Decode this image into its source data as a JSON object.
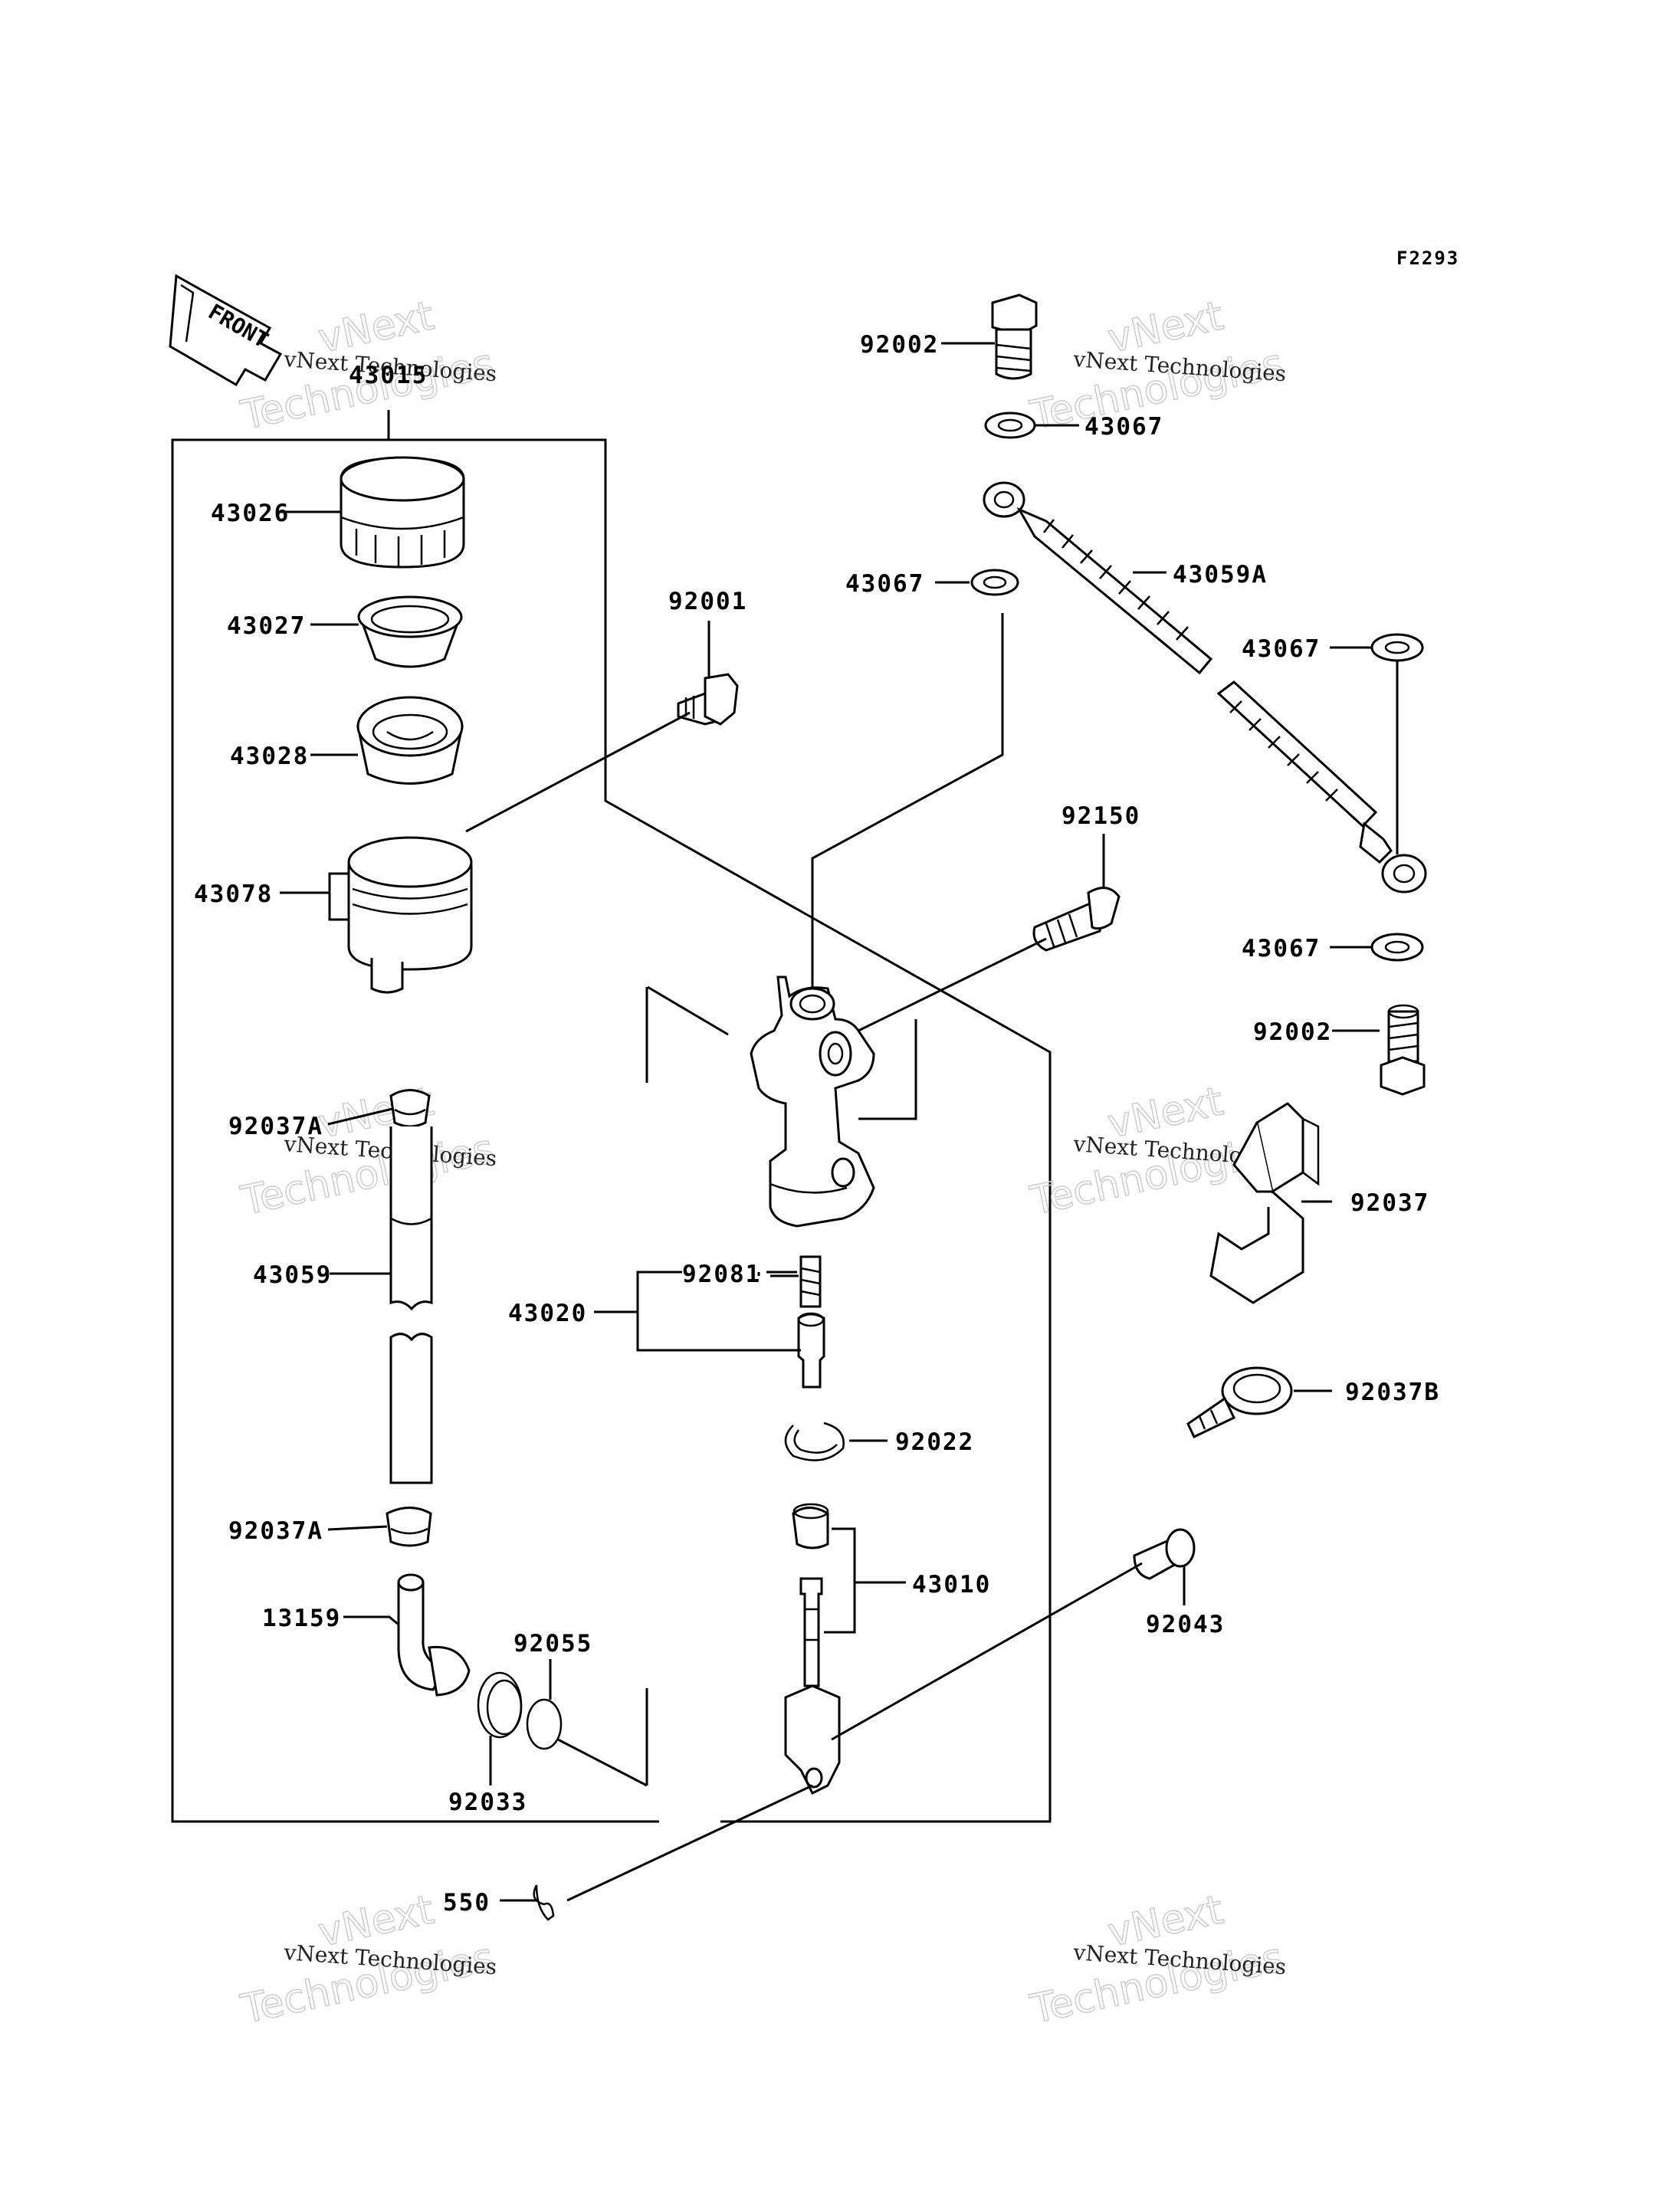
{
  "diagram_code": "F2293",
  "front_label": "FRONT",
  "watermark": {
    "line1": "vNext Technologies",
    "line2a": "vNext",
    "line2b": "Technologies"
  },
  "parts": {
    "p43015": "43015",
    "p43026": "43026",
    "p43027": "43027",
    "p43028": "43028",
    "p43078": "43078",
    "p92001": "92001",
    "p92002_top": "92002",
    "p43067_a": "43067",
    "p43067_b": "43067",
    "p43059A": "43059A",
    "p43067_c": "43067",
    "p92150": "92150",
    "p43067_d": "43067",
    "p92002_bot": "92002",
    "p92037A_top": "92037A",
    "p43059": "43059",
    "p92037A_bot": "92037A",
    "p13159": "13159",
    "p92055": "92055",
    "p92033": "92033",
    "p92081": "92081",
    "p43020": "43020",
    "p92022": "92022",
    "p43010": "43010",
    "p92043": "92043",
    "p92037": "92037",
    "p92037B": "92037B",
    "p550": "550"
  }
}
